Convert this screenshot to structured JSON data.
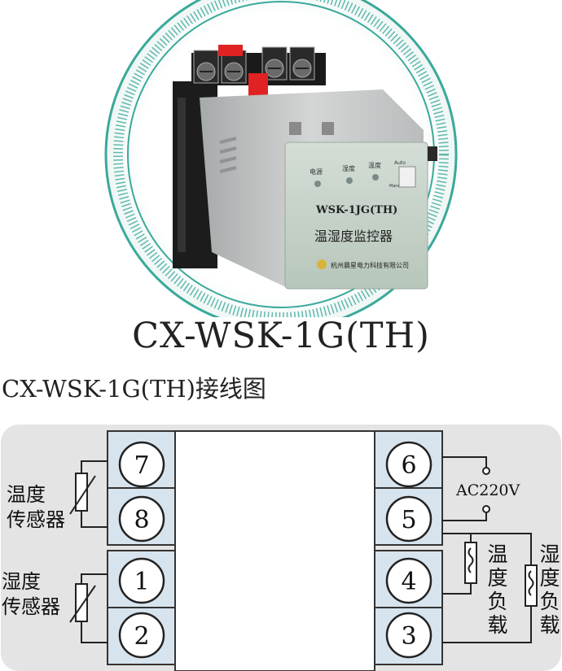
{
  "product": {
    "front_panel": {
      "indicators": [
        "电源",
        "湿度",
        "温度"
      ],
      "switch_labels": [
        "Auto",
        "Manual"
      ],
      "model_label": "WSK-1JG(TH)",
      "product_name": "温湿度监控器",
      "company": "杭州晨星电力科技有限公司"
    }
  },
  "model_title": "CX-WSK-1G(TH)",
  "wiring_title": "CX-WSK-1G(TH)接线图",
  "diagram": {
    "terminals_left": [
      "7",
      "8",
      "1",
      "2"
    ],
    "terminals_right": [
      "6",
      "5",
      "4",
      "3"
    ],
    "left_sensor_top": [
      "温度",
      "传感器"
    ],
    "left_sensor_bottom": [
      "湿度",
      "传感器"
    ],
    "power_label": "AC220V",
    "load_inner": [
      "温",
      "度",
      "负",
      "载"
    ],
    "load_outer": [
      "湿",
      "度",
      "负",
      "载"
    ]
  },
  "colors": {
    "terminal_fill": "#d7e4ee",
    "panel_background": "#e4e4e4",
    "ring": "#3aa99a",
    "device_body": "#c9cccc",
    "front_panel": "#c4d2c8"
  }
}
